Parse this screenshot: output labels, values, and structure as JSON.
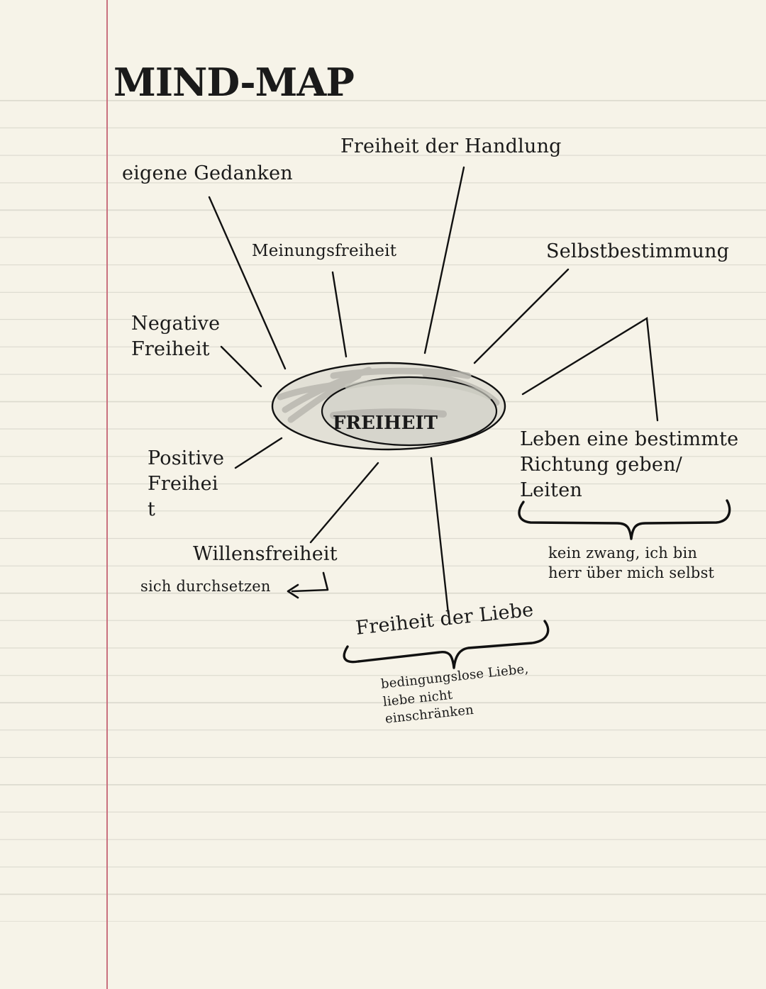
{
  "page": {
    "title": "MIND-MAP",
    "colors": {
      "paper": "#f6f3e8",
      "rule_line": "#dcdacf",
      "margin_line": "#c9707e",
      "ink": "#1a1a1a",
      "ellipse_fill": "#d9d8cf",
      "ellipse_scribble": "#b9b8b0"
    }
  },
  "mindmap": {
    "center": "FREIHEIT",
    "nodes": {
      "eigene_gedanken": "eigene Gedanken",
      "freiheit_der_handlung": "Freiheit der Handlung",
      "meinungsfreiheit": "Meinungsfreiheit",
      "selbstbestimmung": "Selbstbestimmung",
      "negative_freiheit": [
        "Negative",
        "Freiheit"
      ],
      "positive_freiheit": [
        "Positive",
        "Freihei",
        "t"
      ],
      "leben_richtung": [
        "Leben eine bestimmte",
        "Richtung geben/",
        "Leiten"
      ],
      "leben_richtung_note": [
        "kein zwang, ich bin",
        "herr über mich selbst"
      ],
      "willensfreiheit": "Willensfreiheit",
      "willensfreiheit_note": "sich durchsetzen",
      "freiheit_der_liebe": "Freiheit der Liebe",
      "freiheit_der_liebe_note": [
        "bedingungslose Liebe,",
        "liebe nicht",
        "einschränken"
      ]
    }
  }
}
